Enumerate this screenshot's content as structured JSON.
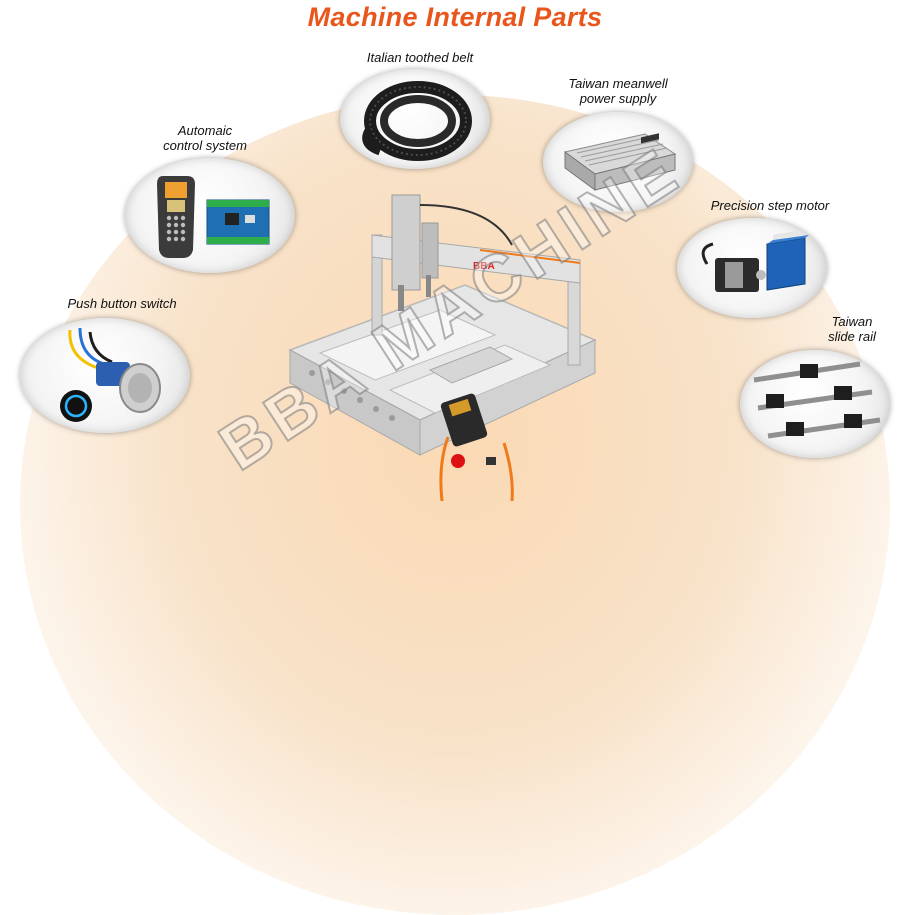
{
  "title": "Machine Internal Parts",
  "watermark": "BBA MACHINE",
  "parts": {
    "belt": "Italian toothed belt",
    "power_line1": "Taiwan meanwell",
    "power_line2": "power supply",
    "control_line1": "Automaic",
    "control_line2": "control system",
    "motor": "Precision step motor",
    "switch": "Push button switch",
    "rail_line1": "Taiwan",
    "rail_line2": "slide rail"
  },
  "machine_brand": "BBA",
  "colors": {
    "title": "#e8561c",
    "background_arc": "#fbd9b4",
    "accent_orange": "#f07a1a"
  }
}
